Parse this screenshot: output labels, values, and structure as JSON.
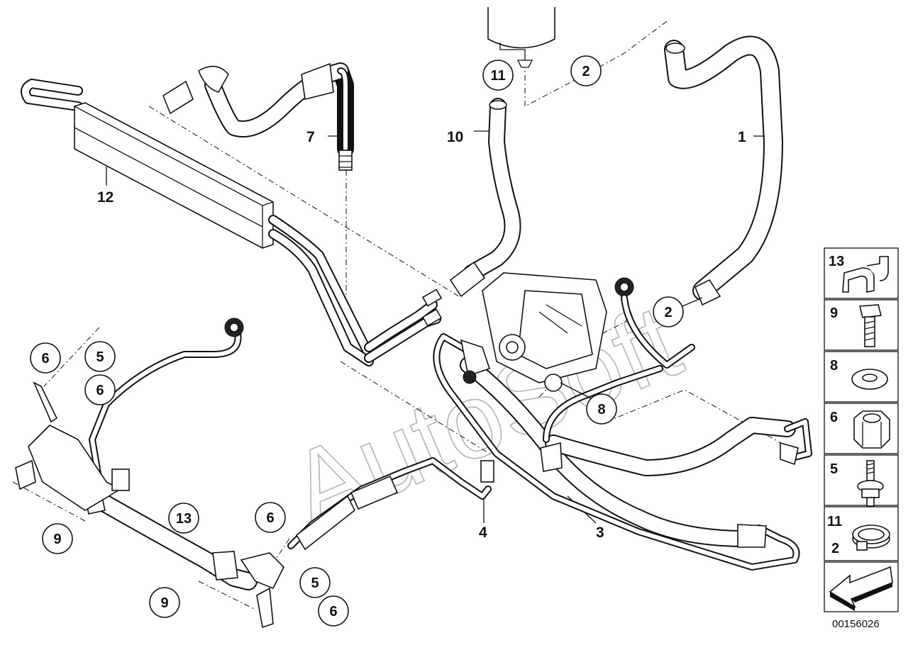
{
  "diagram": {
    "callouts": [
      {
        "id": "c-11",
        "text": "11"
      },
      {
        "id": "c-2-top",
        "text": "2"
      },
      {
        "id": "c-2-right",
        "text": "2"
      },
      {
        "id": "c-8",
        "text": "8"
      },
      {
        "id": "c-6-left",
        "text": "6"
      },
      {
        "id": "c-5-left",
        "text": "5"
      },
      {
        "id": "c-6-left-2",
        "text": "6"
      },
      {
        "id": "c-9-left",
        "text": "9"
      },
      {
        "id": "c-13",
        "text": "13"
      },
      {
        "id": "c-6-mid",
        "text": "6"
      },
      {
        "id": "c-5-mid",
        "text": "5"
      },
      {
        "id": "c-6-bottom",
        "text": "6"
      },
      {
        "id": "c-9-bottom",
        "text": "9"
      }
    ],
    "labels": [
      {
        "id": "l-1",
        "text": "1"
      },
      {
        "id": "l-3",
        "text": "3"
      },
      {
        "id": "l-4",
        "text": "4"
      },
      {
        "id": "l-7",
        "text": "7"
      },
      {
        "id": "l-10",
        "text": "10"
      },
      {
        "id": "l-12",
        "text": "12"
      }
    ],
    "watermark": "AutoSoft"
  },
  "legend": {
    "items": [
      {
        "label": "13",
        "icon": "clamp-icon"
      },
      {
        "label": "9",
        "icon": "bolt-icon"
      },
      {
        "label": "8",
        "icon": "washer-icon"
      },
      {
        "label": "6",
        "icon": "hex-nut-icon"
      },
      {
        "label": "5",
        "icon": "stud-icon"
      },
      {
        "label": "11",
        "label2": "2",
        "icon": "hose-clamp-icon"
      },
      {
        "label": "",
        "icon": "direction-arrow-icon"
      }
    ]
  },
  "footer": {
    "diagram_id": "00156026"
  }
}
